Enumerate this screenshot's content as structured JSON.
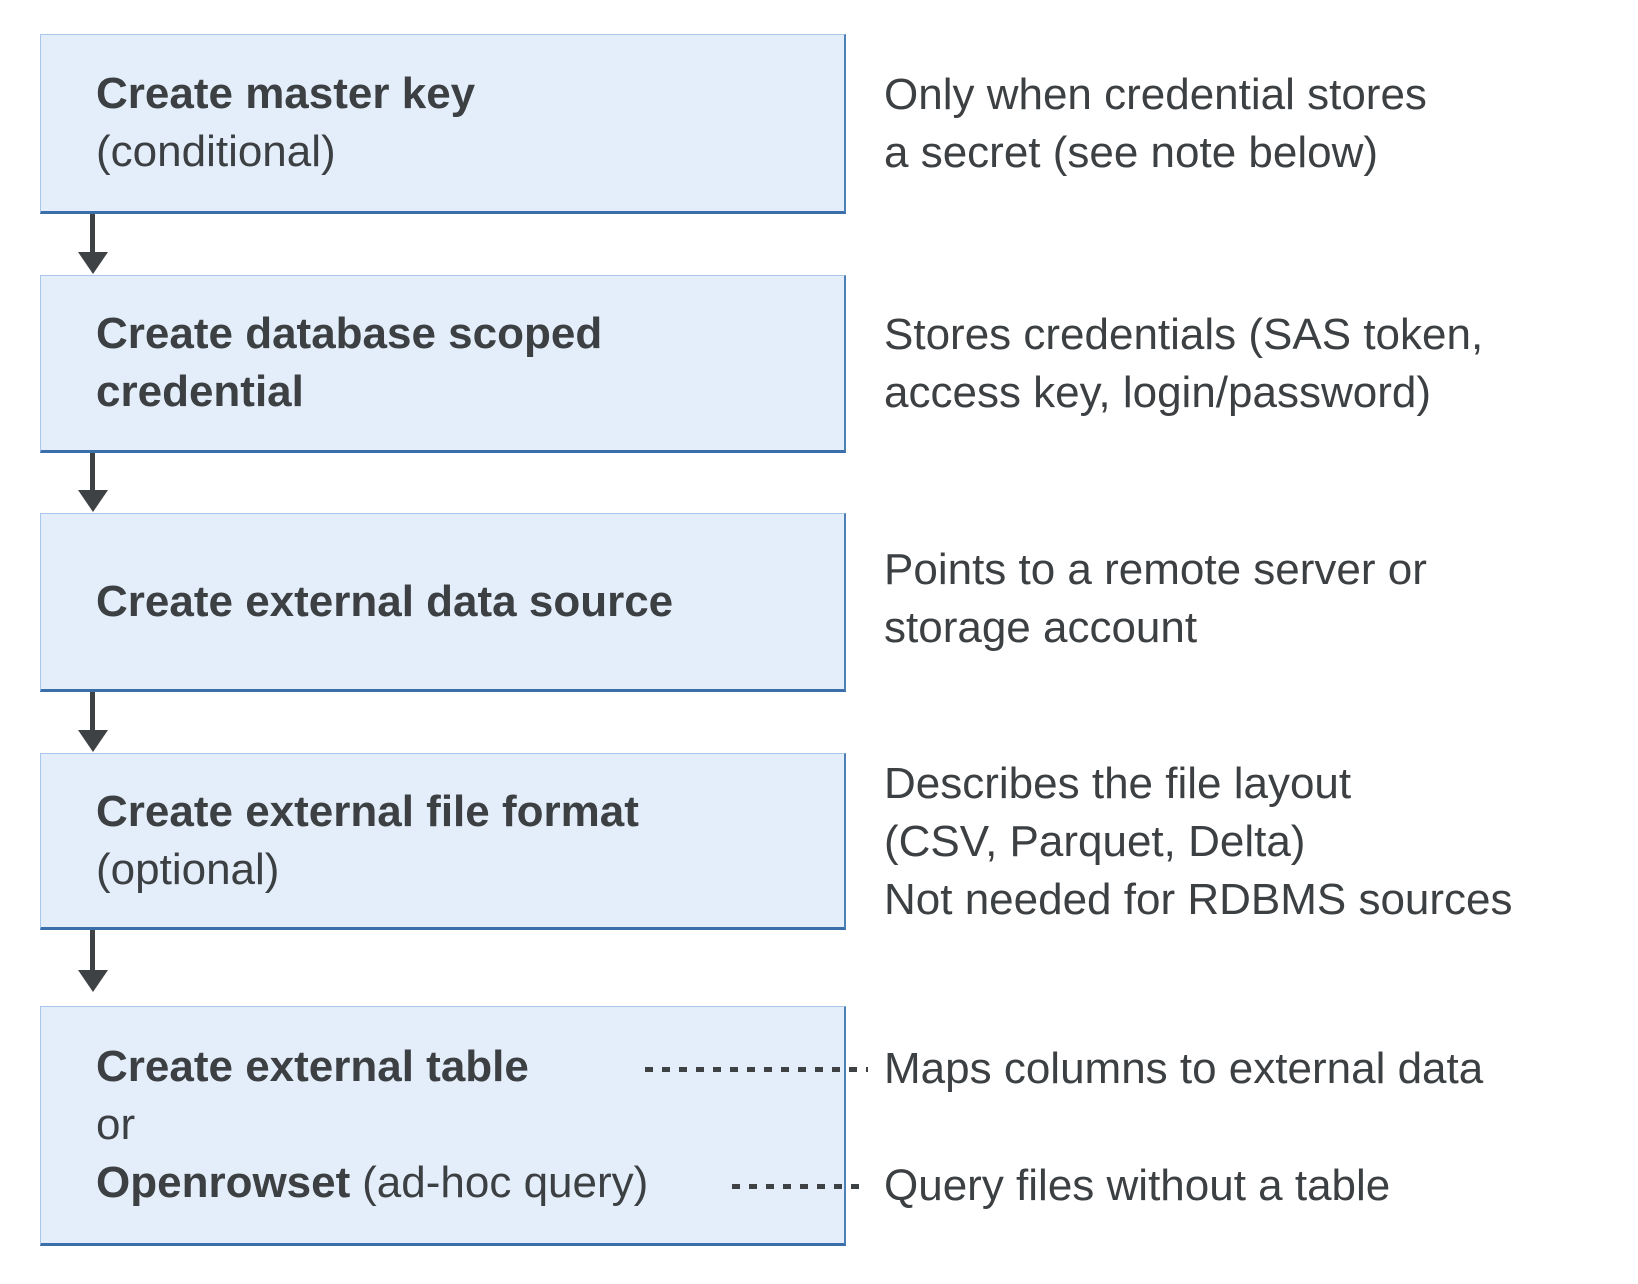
{
  "steps": [
    {
      "box": {
        "title": "Create master key",
        "qualifier": "(conditional)"
      },
      "description": {
        "lines": [
          "Only when credential stores",
          "a secret (see note below)"
        ]
      }
    },
    {
      "box": {
        "title_lines": [
          "Create database scoped",
          "credential"
        ]
      },
      "description": {
        "lines": [
          "Stores credentials (SAS token,",
          "access key, login/password)"
        ]
      }
    },
    {
      "box": {
        "title": "Create external data source"
      },
      "description": {
        "lines": [
          "Points to a remote server or",
          "storage account"
        ]
      }
    },
    {
      "box": {
        "title": "Create external file format",
        "qualifier": "(optional)"
      },
      "description": {
        "lines": [
          "Describes the file layout",
          "(CSV, Parquet, Delta)",
          "Not needed for RDBMS sources"
        ]
      }
    },
    {
      "box": {
        "title": "Create external table",
        "conjunction": "or",
        "alt_title": "Openrowset",
        "alt_qualifier": "(ad-hoc query)"
      },
      "callouts": [
        "Maps columns to external data",
        "Query files without a table"
      ]
    }
  ],
  "colors": {
    "box_fill": "#e4eefb",
    "box_border": "#4d80b5",
    "box_border_bottom": "#3a6fa9",
    "arrow": "#3f4245",
    "text": "#3c4043"
  }
}
